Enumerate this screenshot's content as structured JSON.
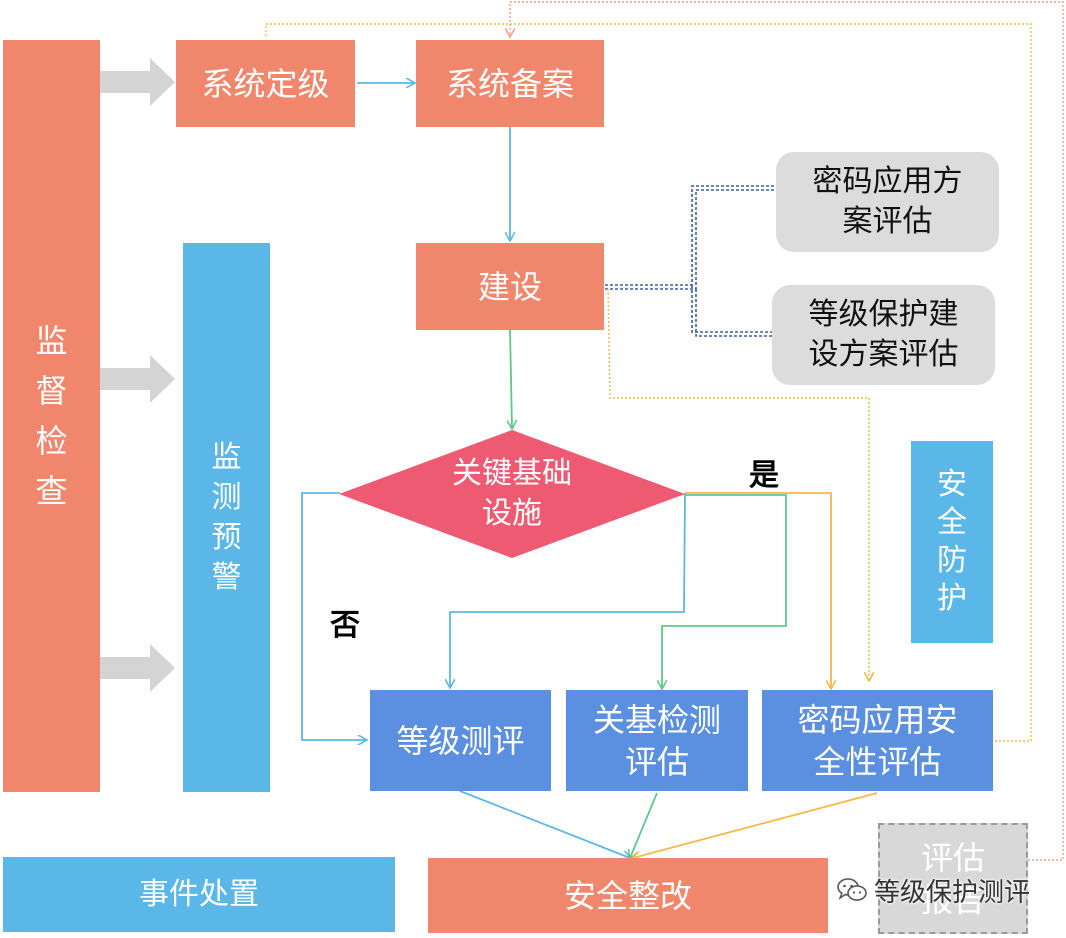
{
  "colors": {
    "salmon": "#f0876c",
    "sky_blue": "#5bb7e8",
    "royal_blue": "#5b8fe0",
    "diamond": "#ee5a72",
    "gray": "#dcdcdc",
    "arrow_gray": "#d4d4d4",
    "line_blue": "#5bb7e8",
    "line_green": "#5cc98a",
    "line_orange": "#f5b84a",
    "line_navy": "#3b5ea8",
    "line_pink": "#f0a08a"
  },
  "nodes": {
    "supervision": "监督检查",
    "monitoring": "监测预警",
    "grading": "系统定级",
    "filing": "系统备案",
    "construction": "建设",
    "crypto_plan_eval": [
      "密码应用方",
      "案评估"
    ],
    "level_plan_eval": [
      "等级保护建",
      "设方案评估"
    ],
    "cii": [
      "关键基础",
      "设施"
    ],
    "yes": "是",
    "no": "否",
    "security_protection": "安全防护",
    "level_eval": "等级测评",
    "cii_eval": [
      "关基检测",
      "评估"
    ],
    "crypto_eval": [
      "密码应用安",
      "全性评估"
    ],
    "incident": "事件处置",
    "rectification": "安全整改",
    "report": [
      "评估",
      "报告"
    ]
  },
  "watermark": {
    "icon": "wechat-icon",
    "text": "等级保护测评"
  }
}
